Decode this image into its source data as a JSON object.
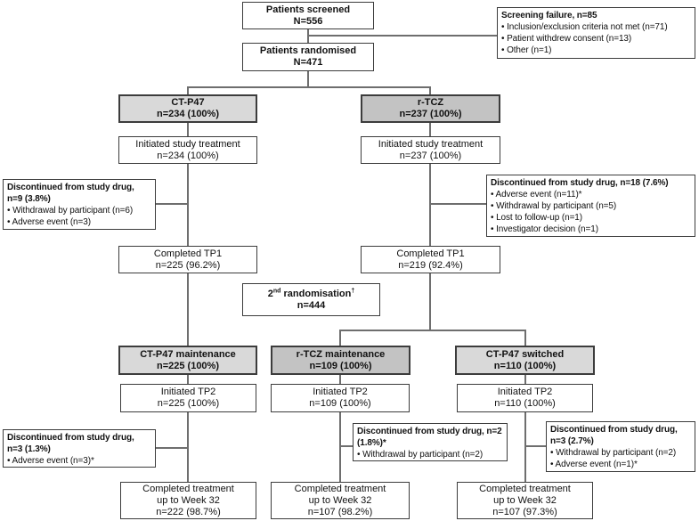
{
  "figure": {
    "type": "patient-flow-diagram",
    "colors": {
      "box_fill_white": "#ffffff",
      "box_fill_light_gray": "#d9d9d9",
      "box_fill_mid_gray": "#c3c3c3",
      "box_border": "#3c3c3c",
      "connector_line": "#6e6e6e"
    }
  },
  "boxes": {
    "screened": {
      "line1": "Patients screened",
      "line2": "N=556"
    },
    "screening_failure": {
      "title": "Screening failure, n=85",
      "bullets": [
        "• Inclusion/exclusion criteria not met (n=71)",
        "• Patient withdrew consent (n=13)",
        "• Other (n=1)"
      ]
    },
    "randomised": {
      "line1": "Patients randomised",
      "line2": "N=471"
    },
    "ctp47": {
      "line1": "CT-P47",
      "line2": "n=234 (100%)"
    },
    "rtcz": {
      "line1": "r-TCZ",
      "line2": "n=237 (100%)"
    },
    "init_left": {
      "line1": "Initiated study treatment",
      "line2": "n=234 (100%)"
    },
    "init_right": {
      "line1": "Initiated study treatment",
      "line2": "n=237 (100%)"
    },
    "disc_tp1_left": {
      "title": "Discontinued from study drug, n=9 (3.8%)",
      "bullets": [
        "• Withdrawal by participant (n=6)",
        "• Adverse event (n=3)"
      ]
    },
    "disc_tp1_right": {
      "title": "Discontinued from study drug, n=18 (7.6%)",
      "bullets": [
        "• Adverse event (n=11)*",
        "• Withdrawal by participant (n=5)",
        "• Lost to follow-up (n=1)",
        "• Investigator decision (n=1)"
      ]
    },
    "comp_tp1_left": {
      "line1": "Completed TP1",
      "line2": "n=225 (96.2%)"
    },
    "comp_tp1_right": {
      "line1": "Completed TP1",
      "line2": "n=219 (92.4%)"
    },
    "rand2": {
      "num": "2",
      "sup": "nd",
      "rest": " randomisation",
      "dagger": "†",
      "line2": "n=444"
    },
    "ctp47_maint": {
      "line1": "CT-P47 maintenance",
      "line2": "n=225 (100%)"
    },
    "rtcz_maint": {
      "line1": "r-TCZ maintenance",
      "line2": "n=109 (100%)"
    },
    "ctp47_switch": {
      "line1": "CT-P47 switched",
      "line2": "n=110 (100%)"
    },
    "init_tp2_1": {
      "line1": "Initiated TP2",
      "line2": "n=225 (100%)"
    },
    "init_tp2_2": {
      "line1": "Initiated TP2",
      "line2": "n=109 (100%)"
    },
    "init_tp2_3": {
      "line1": "Initiated TP2",
      "line2": "n=110 (100%)"
    },
    "disc_tp2_1": {
      "title": "Discontinued from study drug, n=3 (1.3%)",
      "bullets": [
        "• Adverse event (n=3)*"
      ]
    },
    "disc_tp2_2": {
      "title": "Discontinued from study drug, n=2 (1.8%)*",
      "bullets": [
        "• Withdrawal by participant (n=2)"
      ]
    },
    "disc_tp2_3": {
      "title": "Discontinued from study drug, n=3 (2.7%)",
      "bullets": [
        "• Withdrawal by participant (n=2)",
        "• Adverse event (n=1)*"
      ]
    },
    "comp_1": {
      "line1": "Completed treatment",
      "line2": "up to Week 32",
      "line3": "n=222 (98.7%)"
    },
    "comp_2": {
      "line1": "Completed treatment",
      "line2": "up to Week 32",
      "line3": "n=107 (98.2%)"
    },
    "comp_3": {
      "line1": "Completed treatment",
      "line2": "up to Week 32",
      "line3": "n=107 (97.3%)"
    }
  }
}
